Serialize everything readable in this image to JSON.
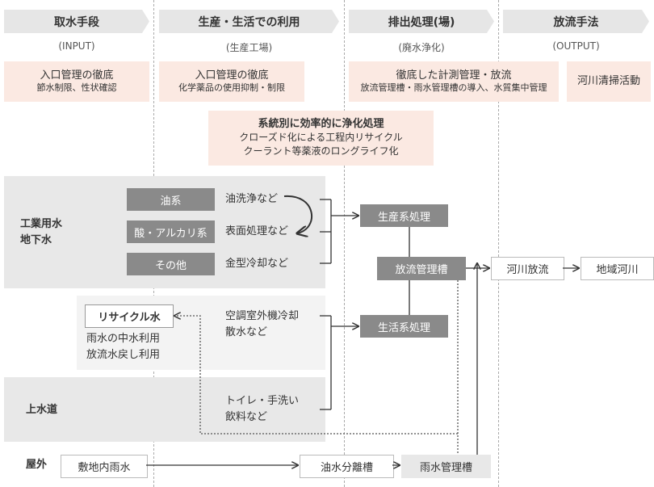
{
  "headers": [
    {
      "title": "取水手段",
      "sub": "(INPUT)"
    },
    {
      "title": "生産・生活での利用",
      "sub": "(生産工場)"
    },
    {
      "title": "排出処理(場)",
      "sub": "(廃水浄化)"
    },
    {
      "title": "放流手法",
      "sub": "(OUTPUT)"
    }
  ],
  "pink_boxes": {
    "input": {
      "title": "入口管理の徹底",
      "sub": "節水制限、性状確認"
    },
    "production": {
      "title": "入口管理の徹底",
      "sub": "化学薬品の使用抑制・制限"
    },
    "discharge": {
      "title": "徹底した計測管理・放流",
      "sub": "放流管理槽・雨水管理槽の導入、水質集中管理"
    },
    "output": {
      "title": "河川清掃活動"
    },
    "center": {
      "title": "系統別に効率的に浄化処理",
      "line1": "クローズド化による工程内リサイクル",
      "line2": "クーラント等薬液のロングライフ化"
    }
  },
  "sources": {
    "industrial": [
      "工業用水",
      "地下水"
    ],
    "tap": "上水道",
    "outdoor": "屋外"
  },
  "categories": [
    {
      "name": "油系",
      "use": "油洗浄など"
    },
    {
      "name": "酸・アルカリ系",
      "use": "表面処理など"
    },
    {
      "name": "その他",
      "use": "金型冷却など"
    }
  ],
  "recycle": {
    "box": "リサイクル水",
    "line1": "雨水の中水利用",
    "line2": "放流水戻し利用"
  },
  "life_uses": {
    "ac": [
      "空調室外機冷却",
      "散水など"
    ],
    "toilet": [
      "トイレ・手洗い",
      "飲料など"
    ]
  },
  "rain_source": "敷地内雨水",
  "process": {
    "production_treatment": "生産系処理",
    "living_treatment": "生活系処理",
    "discharge_tank": "放流管理槽",
    "oil_separator": "油水分離槽",
    "rain_tank": "雨水管理槽",
    "river_discharge": "河川放流",
    "local_river": "地域河川"
  }
}
